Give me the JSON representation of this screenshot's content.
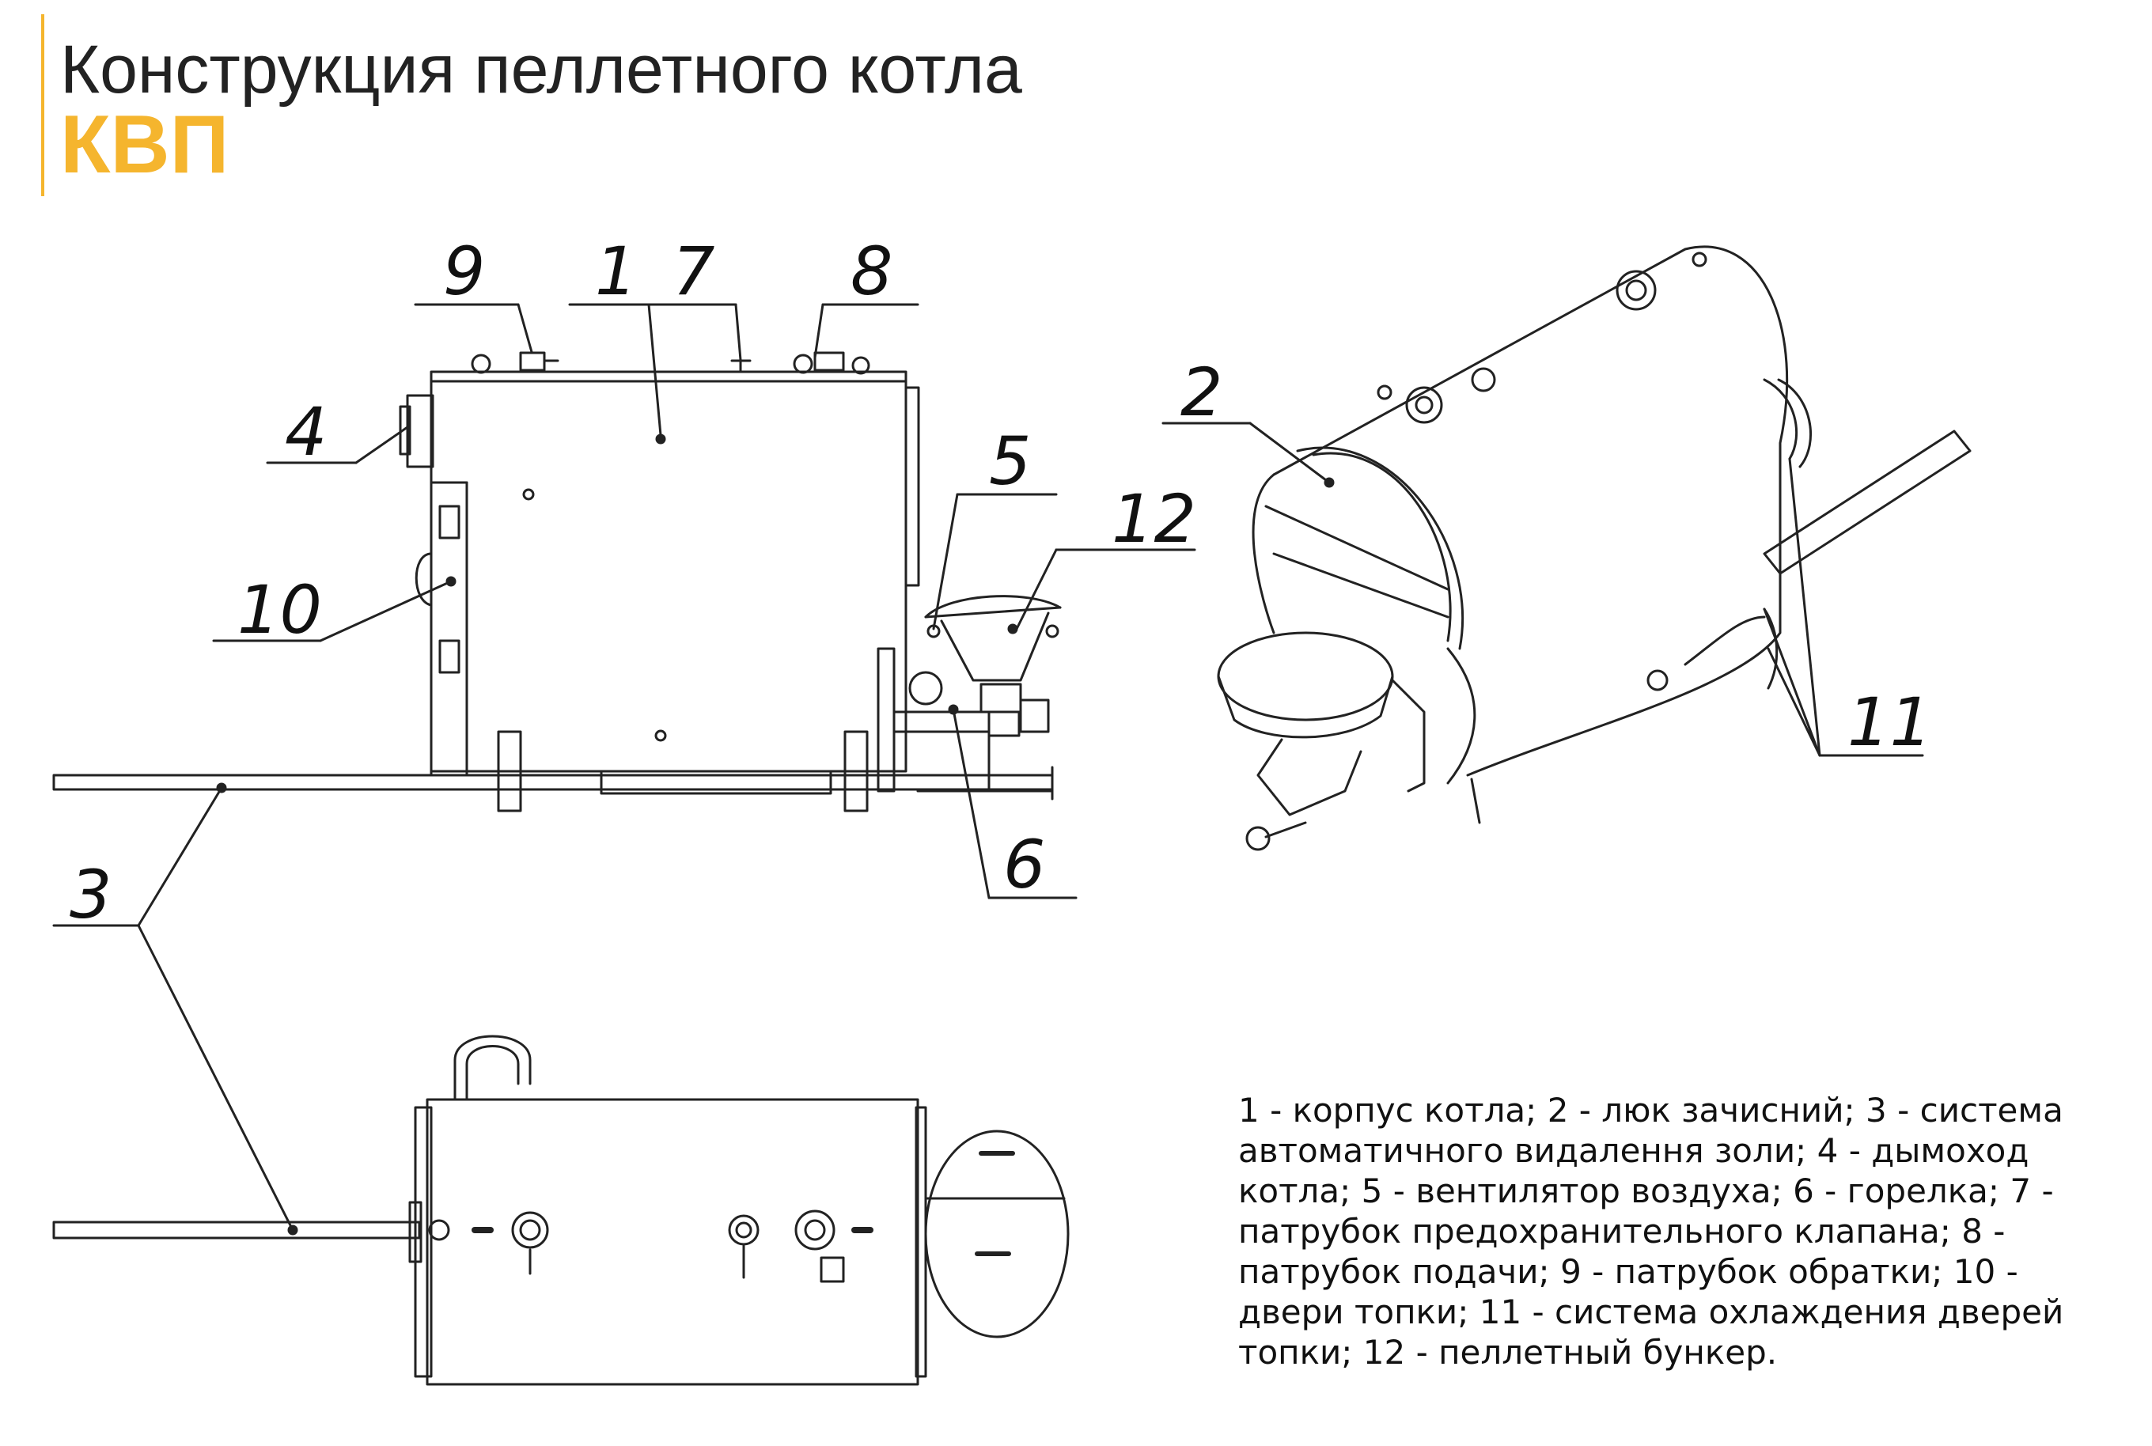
{
  "title": {
    "line1": "Конструкция пеллетного котла",
    "line2": "КВП"
  },
  "accent_color": "#f5b52e",
  "callouts": [
    "1",
    "2",
    "3",
    "4",
    "5",
    "6",
    "7",
    "8",
    "9",
    "10",
    "11",
    "12"
  ],
  "legend": [
    "1 - корпус котла;",
    "2 - люк зачисний;",
    "3 - система автоматичного видалення золи;",
    "4 - дымоход котла;",
    "5 - вентилятор воздуха;",
    "6 - горелка;",
    "7 - патрубок предохранительного клапана;",
    "8 - патрубок подачи;",
    "9 - патрубок обратки;",
    "10 - двери топки;",
    "11 - система охлаждения дверей топки;",
    "12 - пеллетный бункер."
  ]
}
